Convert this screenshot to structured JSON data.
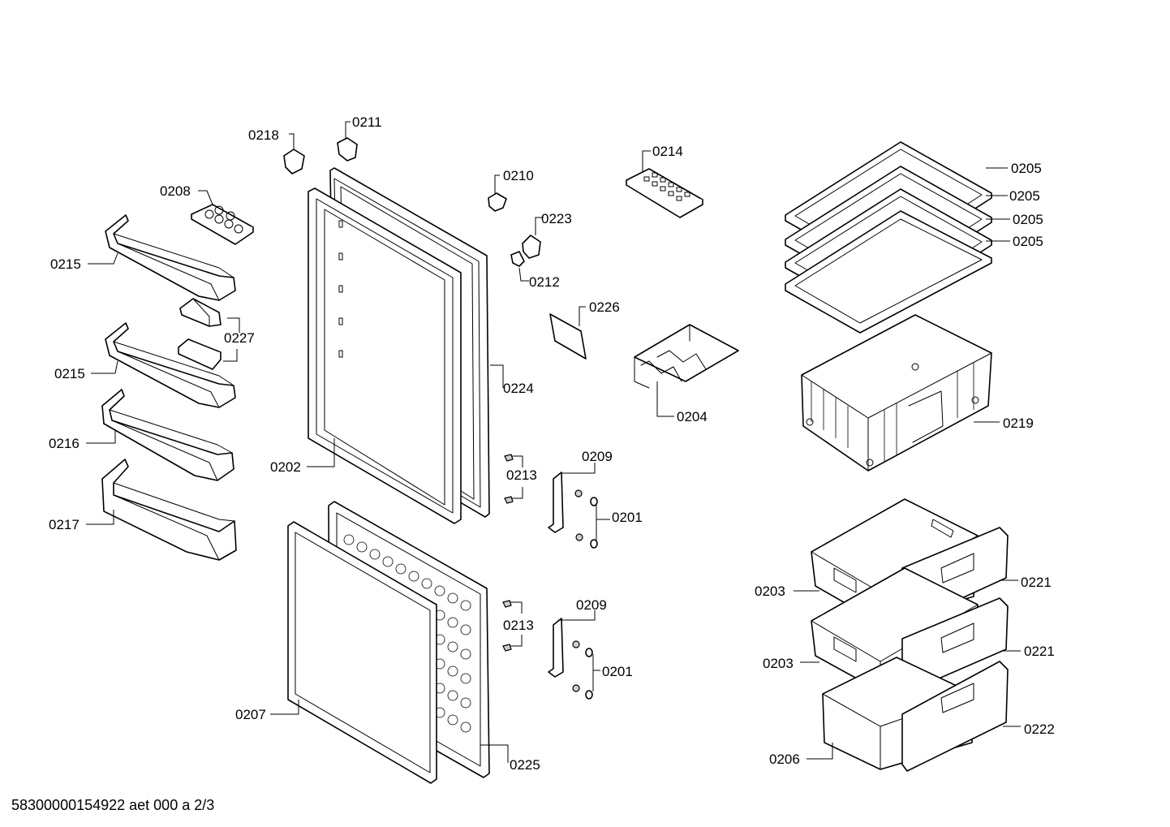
{
  "callouts": {
    "c0201a": "0201",
    "c0201b": "0201",
    "c0202": "0202",
    "c0203a": "0203",
    "c0203b": "0203",
    "c0204": "0204",
    "c0205a": "0205",
    "c0205b": "0205",
    "c0205c": "0205",
    "c0205d": "0205",
    "c0206": "0206",
    "c0207": "0207",
    "c0208": "0208",
    "c0209a": "0209",
    "c0209b": "0209",
    "c0210": "0210",
    "c0211": "0211",
    "c0212": "0212",
    "c0213a": "0213",
    "c0213b": "0213",
    "c0214": "0214",
    "c0215a": "0215",
    "c0215b": "0215",
    "c0216": "0216",
    "c0217": "0217",
    "c0218": "0218",
    "c0219": "0219",
    "c0221a": "0221",
    "c0221b": "0221",
    "c0222": "0222",
    "c0223": "0223",
    "c0224": "0224",
    "c0225": "0225",
    "c0226": "0226",
    "c0227": "0227"
  },
  "footer": {
    "drawing_id": "58300000154922 aet 000 a 2/3"
  }
}
